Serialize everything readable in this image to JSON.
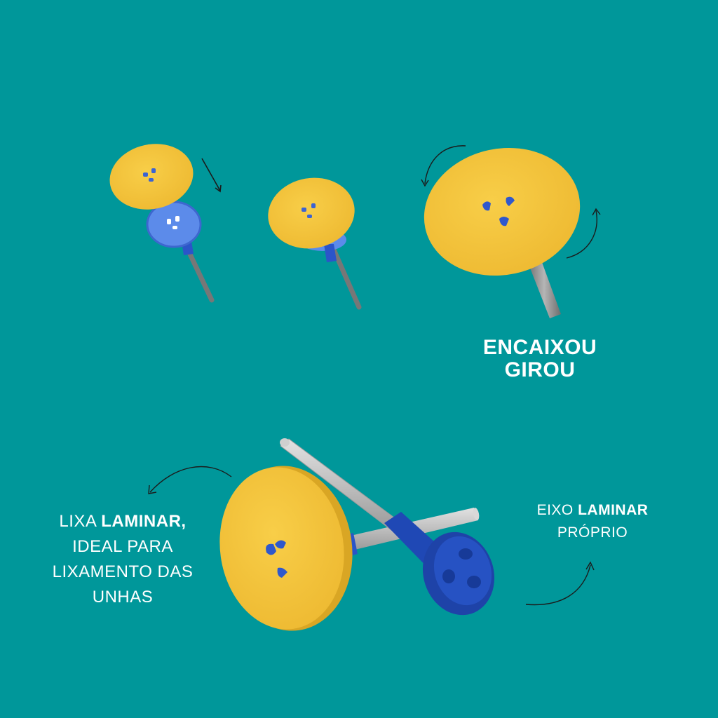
{
  "colors": {
    "background": "#00979A",
    "disc_yellow": "#F4C43C",
    "disc_yellow_shade": "#E9B52E",
    "mandrel_blue": "#4F7FE0",
    "mandrel_blue_dark": "#1F44A8",
    "shaft_gray": "#8E8E8E",
    "text": "#FFFFFF",
    "arrow": "#1B1B1B"
  },
  "caption_main": {
    "line1": "ENCAIXOU",
    "line2": "GIROU"
  },
  "caption_left": {
    "prefix": "LIXA ",
    "bold": "LAMINAR,",
    "line2": "IDEAL PARA",
    "line3": "LIXAMENTO DAS",
    "line4": "UNHAS"
  },
  "caption_right": {
    "prefix": "EIXO ",
    "bold": "LAMINAR",
    "line2": "PRÓPRIO"
  },
  "icons": [
    "down-right-arrow-icon",
    "curved-arrow-icon"
  ]
}
